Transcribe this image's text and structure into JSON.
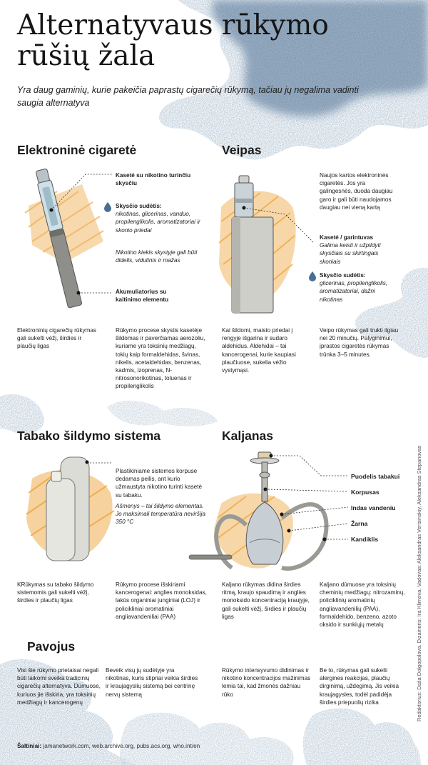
{
  "title_line1": "Alternatyvaus rūkymo",
  "title_line2": "rūšių  žala",
  "subtitle": "Yra daug gaminių, kurie pakeičia paprastų cigarečių rūkymą, tačiau jų negalima vadinti saugia alternatyva",
  "ecig": {
    "heading": "Elektroninė cigaretė",
    "label_cassette": "Kasetė su nikotino turinčiu skysčiu",
    "label_liquid_title": "Skysčio sudėtis:",
    "label_liquid_body": "nikotinas, glicerinas, vanduo, propilenglikolis, aromatizatoriai ir skonio priedai",
    "label_nicotine": "Nikotino kiekis skystyje gali būti didelis, vidutinis ir mažas",
    "label_battery": "Akumuliatorius su kaitinimo elementu",
    "text_left": "Elektroninių cigarečių rūkymas gali sukelti vėžį, širdies ir plaučių ligas",
    "text_mid": "Rūkymo procese skystis kasetėje šildomas ir paverčiamas aerozoliu, kuriame yra toksinių medžiagų, tokių kaip formaldehidas, švinas, nikelis, acetaldehidas, benzenas, kadmis, izoprenas, N-nitrosonorikotinas, toluenas ir propilenglikolis"
  },
  "vape": {
    "heading": "Veipas",
    "label_new": "Naujos kartos elektroninės cigaretės. Jos yra galingesnės, duoda daugiau garo ir gali būti naudojamos daugiau nei vieną kartą",
    "label_cassette_title": "Kasetė / garintuvas",
    "label_cassette_body": "Galima keisti ir užpildyti skysčiais su skirtingais skoniais",
    "label_liquid_title": "Skysčio sudėtis:",
    "label_liquid_body": "glicerinas, propilenglikolis, aromatizatoriai, dažni nikotinas",
    "text_left": "Kai šildomi, maisto priedai į rengyje išgarina ir sudaro aldehidus. Aldehidai – tai kancerogenai, kurie kaupiasi plaučiuose, sukelia vėžio vystymąsi.",
    "text_right": "Veipo rūkymas gali trukti ilgiau nei 20 minučių. Palyginimui, įprastos cigaretės rūkymas trūnka 3–5 minutes."
  },
  "heat": {
    "heading": "Tabako šildymo sistema",
    "label_top": "Plastikiniame sistemos korpuse dedamas peilis, ant kurio užmaustyta nikotino turinti kasetė su tabaku.",
    "label_blade": "Ašmenys – tai šildymo elementas. Jo maksimali temperatūra neviršija 350 °C",
    "text_left": "KRūkymas su tabako šildymo sistemomis gali sukelti vėžį, širdies ir plaučių ligas",
    "text_mid": "Rūkymo procese išskiriami kancerogenai: anglies monoksidas, lakūs organiniai junginiai (LOJ) ir policikliniai aromatiniai angliavandeniliai (PAA)"
  },
  "hookah": {
    "heading": "Kaljanas",
    "labels": [
      "Puodelis tabakui",
      "Korpusas",
      "Indas vandeniu",
      "Žarna",
      "Kandiklis"
    ],
    "text_left": "Kaljano rūkymas didina širdies ritmą, kraujo spaudimą ir anglies monoksido koncentraciją kraujyje, gali sukelti vėžį, širdies ir plaučių ligas",
    "text_right": "Kaljano dūmuose yra toksinių cheminių medžiagų: nitrozaminų, policiklinių aromatinių angliavandenilių (PAA), formaldehido, benzeno, azoto oksido ir sunkiųjų metalų"
  },
  "danger": {
    "heading": "Pavojus",
    "col1": "Visi šie rūkymo prietaisai negali būti laikomi sveika tradicinių cigarečių alternatyva. Dūmuose, kuriuos jie išskiria, yra toksinių medžiagų ir kancerogenų",
    "col2": "Beveik visų jų sudėtyje yra nikotinas, kuris stipriai veikia širdies ir kraujagyslių sistemą bei centrinę nervų sistemą",
    "col3": "Rūkymo intensyvumo didinimas ir nikotino koncentracijos mažinimas lemia tai, kad žmonės dažniau rūko",
    "col4": "Be to, rūkymas gali sukelti alergines reakcijas, plaučių dirginimą, uždegimą. Jis veikia kraujagysles, todėl padidėja širdies priepuolių rizika"
  },
  "sources_label": "Šaltiniai:",
  "sources_text": " jamanetwork.com, web.archive.org, pubs.acs.org, who.int/en",
  "credits": "Redaktorius: Daša Dolgopolova. Dizaineris: Ira Klimova. Vadovas: Aleksandras Vertsinskiy, Aleksandras Stepanovas",
  "colors": {
    "smoke": "#4a6e92",
    "orange": "#eda63f",
    "device": "#dcdcd6"
  },
  "icons": [
    "drop-icon",
    "smoke-cloud"
  ]
}
